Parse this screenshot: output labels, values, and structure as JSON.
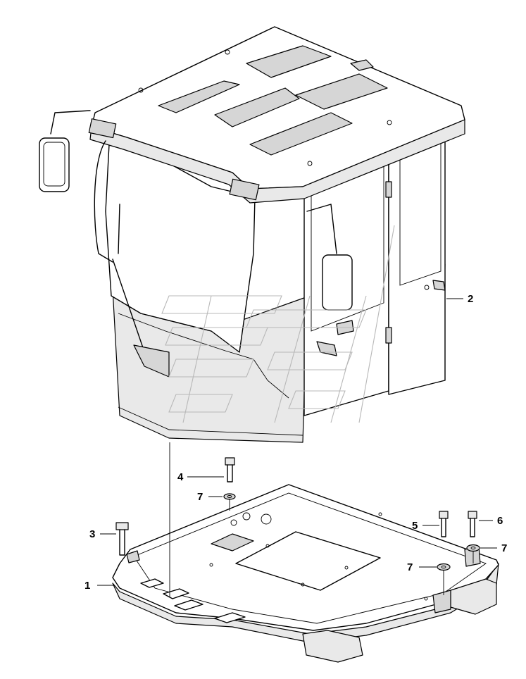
{
  "callouts": {
    "c1": "1",
    "c2": "2",
    "c3": "3",
    "c4": "4",
    "c5": "5",
    "c6": "6",
    "c7a": "7",
    "c7b": "7",
    "c7c": "7"
  }
}
